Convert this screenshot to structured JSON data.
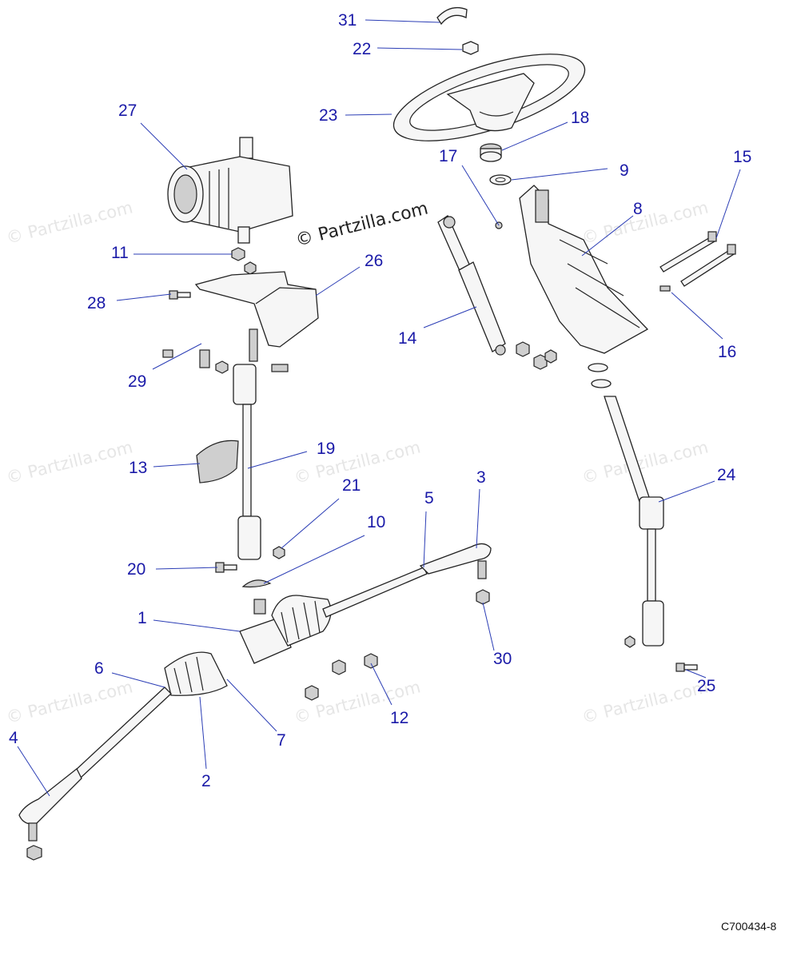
{
  "diagram": {
    "watermark_text": "© Partzilla.com",
    "brand_text": "© Partzilla.com",
    "diagram_code": "C700434-8",
    "callout_color": "#1a1aa8",
    "callouts": [
      "1",
      "2",
      "3",
      "4",
      "5",
      "6",
      "7",
      "8",
      "9",
      "10",
      "11",
      "12",
      "13",
      "14",
      "15",
      "16",
      "17",
      "18",
      "19",
      "20",
      "21",
      "22",
      "23",
      "24",
      "25",
      "26",
      "27",
      "28",
      "29",
      "30",
      "31"
    ]
  }
}
